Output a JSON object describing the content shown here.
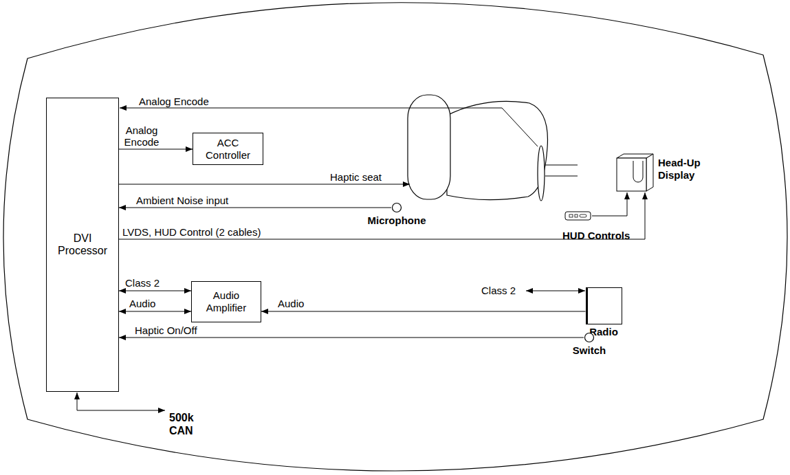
{
  "diagram": {
    "nodes": [
      {
        "text": [
          "DVI Processor"
        ]
      },
      {
        "text": [
          "ACC Controller"
        ]
      },
      {
        "text": [
          "Head-Up Display"
        ]
      },
      {
        "text": [
          "Microphone"
        ]
      },
      {
        "text": [
          "HUD Controls"
        ]
      },
      {
        "text": [
          "Audio Amplifier"
        ]
      },
      {
        "text": [
          "Radio"
        ]
      },
      {
        "text": [
          "Switch"
        ]
      }
    ],
    "edges": [
      {
        "from": 0,
        "to": 1,
        "arrow": "to",
        "label": "Analog Encode"
      },
      {
        "from": 3,
        "to": 0,
        "arrow": "to",
        "label": "Ambient Noise input"
      },
      {
        "from": 0,
        "to": 2,
        "arrow": "to",
        "label": "LVDS, HUD Control (2 cables)"
      },
      {
        "from": 4,
        "to": 2,
        "arrow": "to"
      },
      {
        "from": 0,
        "to": 5,
        "arrow": "both",
        "label": "Class 2"
      },
      {
        "from": 0,
        "to": 5,
        "arrow": "both",
        "label": "Audio"
      },
      {
        "from": 6,
        "to": 5,
        "arrow": "to",
        "label": "Audio"
      },
      {
        "from": 7,
        "to": 0,
        "arrow": "to",
        "label": "Haptic On/Off"
      }
    ],
    "labels": [
      "Analog Encode",
      "Haptic seat",
      "Class 2",
      "500k CAN"
    ]
  }
}
